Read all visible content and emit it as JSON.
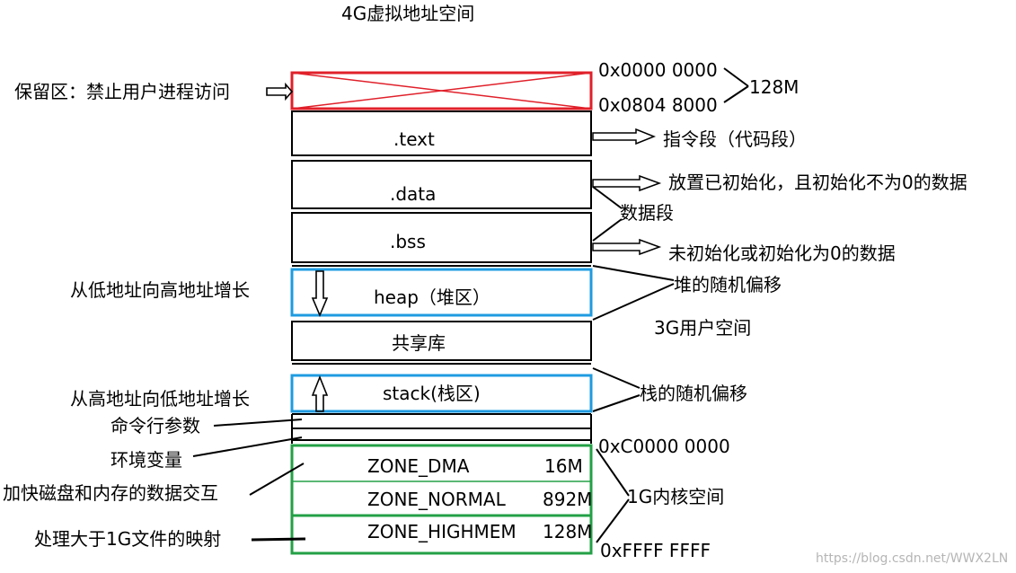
{
  "title": "4G虚拟地址空间",
  "reserved": {
    "label": "保留区：禁止用户进程访问",
    "addr_start": "0x0000 0000",
    "addr_end": "0x0804 8000",
    "size": "128M"
  },
  "segments": {
    "text": ".text",
    "data": ".data",
    "bss": ".bss",
    "heap": "heap（堆区）",
    "shared_lib": "共享库",
    "stack": "stack(栈区)"
  },
  "annotations": {
    "text_desc": "指令段（代码段）",
    "data_desc": "放置已初始化，且初始化不为0的数据",
    "data_segment": "数据段",
    "bss_desc": "未初始化或初始化为0的数据",
    "heap_random": "堆的随机偏移",
    "user_space": "3G用户空间",
    "stack_random": "栈的随机偏移",
    "heap_growth": "从低地址向高地址增长",
    "stack_growth": "从高地址向低地址增长",
    "cmd_args": "命令行参数",
    "env_vars": "环境变量"
  },
  "kernel": {
    "start_addr": "0xC0000 0000",
    "end_addr": "0xFFFF FFFF",
    "label": "1G内核空间",
    "zones": [
      {
        "name": "ZONE_DMA",
        "size": "16M"
      },
      {
        "name": "ZONE_NORMAL",
        "size": "892M"
      },
      {
        "name": "ZONE_HIGHMEM",
        "size": "128M"
      }
    ],
    "dma_note": "加快磁盘和内存的数据交互",
    "highmem_note": "处理大于1G文件的映射"
  },
  "watermark": "https://blog.csdn.net/WWX2LN",
  "colors": {
    "reserved_border": "#e0202a",
    "heap_stack_border": "#1e9be0",
    "kernel_border": "#23a046",
    "line": "#000000"
  }
}
